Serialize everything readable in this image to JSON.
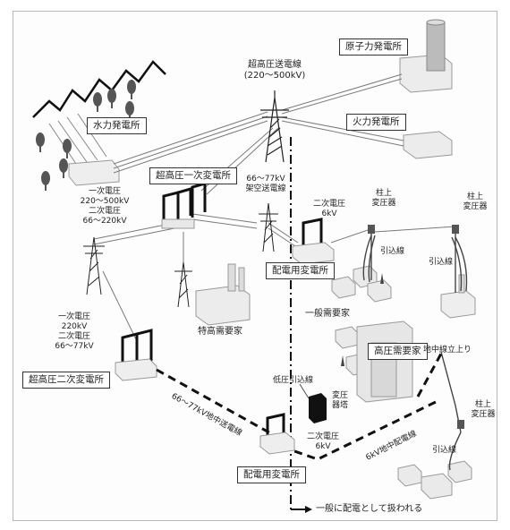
{
  "title_line": "超高圧送電線",
  "title_range": "(220〜500kV)",
  "nuclear_plant": "原子力発電所",
  "thermal_plant": "火力発電所",
  "hydro_plant": "水力発電所",
  "primary_substation": "超高圧一次変電所",
  "primary_v1": "一次電圧",
  "primary_v2": "220〜500kV",
  "primary_v3": "二次電圧",
  "primary_v4": "66〜220kV",
  "overhead_v": "66〜77kV",
  "overhead_line": "架空送電線",
  "sec_v1": "二次電圧",
  "sec_v2": "6kV",
  "pole_tr1a": "柱上",
  "pole_tr1b": "変圧器",
  "pole_tr2a": "柱上",
  "pole_tr2b": "変圧器",
  "pole_tr3a": "柱上",
  "pole_tr3b": "変圧器",
  "lead_in_1": "引込線",
  "lead_in_2": "引込線",
  "lead_in_3": "引込線",
  "dist_sub_upper": "配電用変電所",
  "general_customer": "一般需要家",
  "extra_hv_customer": "特高需要家",
  "hv_customer": "高圧需要家",
  "underground_riser": "地中線立上り",
  "sec_sub_v1": "一次電圧",
  "sec_sub_v2": "220kV",
  "sec_sub_v3": "二次電圧",
  "sec_sub_v4": "66〜77kV",
  "secondary_substation": "超高圧二次変電所",
  "ug_transmission": "66〜77kV地中送電線",
  "lv_lead_in": "低圧引込線",
  "tr_tower_a": "変圧",
  "tr_tower_b": "器塔",
  "sec_v3a": "二次電圧",
  "sec_v3b": "6kV",
  "ug_distribution": "6kV地中配電線",
  "dist_sub_lower": "配電用変電所",
  "note": "一般に配電として扱われる"
}
